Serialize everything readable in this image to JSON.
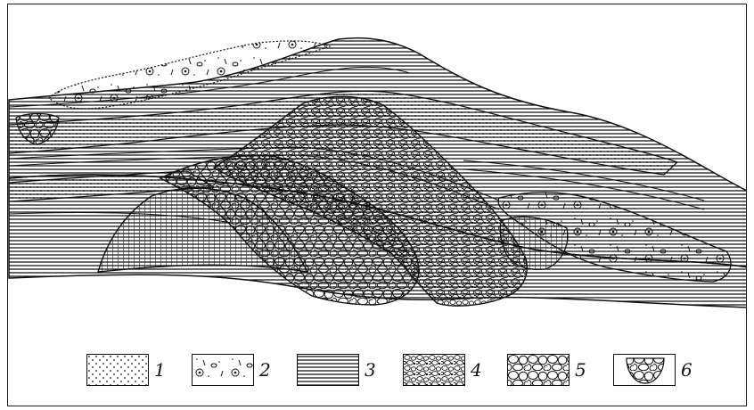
{
  "legend": {
    "items": [
      {
        "label": "1",
        "pattern": "dotted-sand"
      },
      {
        "label": "2",
        "pattern": "mixed-clastic"
      },
      {
        "label": "3",
        "pattern": "laminated-clay"
      },
      {
        "label": "4",
        "pattern": "dense-pebbles"
      },
      {
        "label": "5",
        "pattern": "cobbles"
      },
      {
        "label": "6",
        "pattern": "channel-fill"
      }
    ]
  },
  "colors": {
    "ink": "#111111",
    "paper": "#ffffff"
  }
}
